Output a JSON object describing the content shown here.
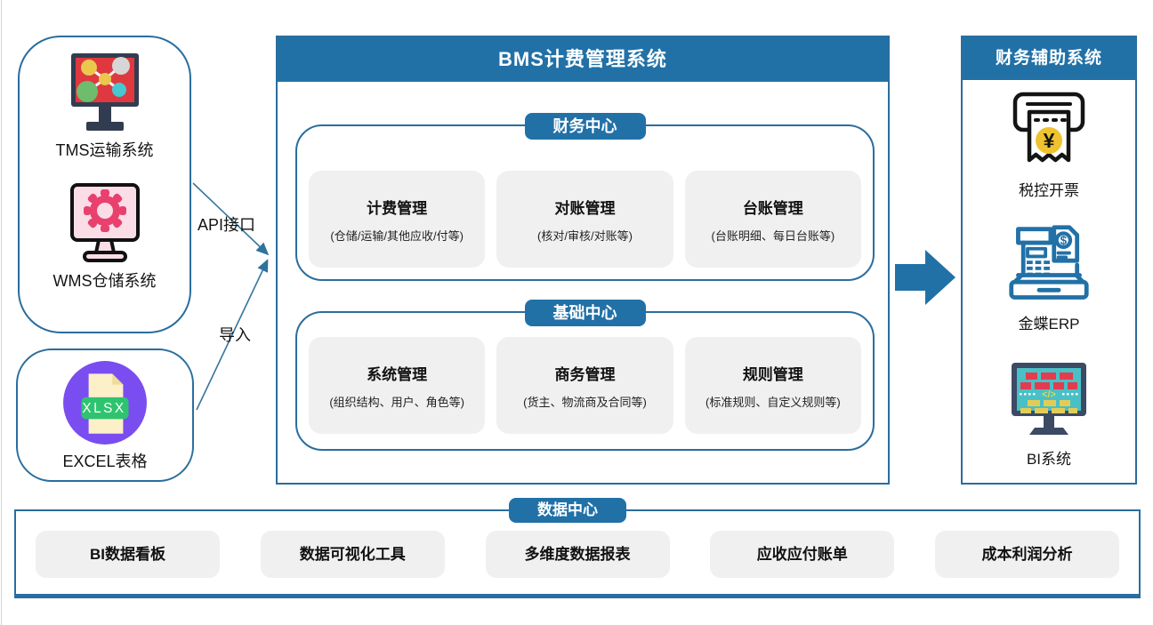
{
  "colors": {
    "primary_blue": "#2171a7",
    "border_blue": "#2a6d9e",
    "card_gray": "#f0f0f0",
    "tms_screen_red": "#df393f",
    "wms_pink": "#fbdde7",
    "wms_gear_pink": "#e8416e",
    "excel_purple": "#7a4df0",
    "excel_band_green": "#2ec46f",
    "invoice_yellow": "#efc32f",
    "bi_screen_teal": "#49c0c6"
  },
  "sources": {
    "tms": {
      "label": "TMS运输系统"
    },
    "wms": {
      "label": "WMS仓储系统"
    },
    "excel": {
      "label": "EXCEL表格",
      "badge": "XLSX"
    }
  },
  "connections": {
    "api_label": "API接口",
    "import_label": "导入"
  },
  "bms": {
    "title": "BMS计费管理系统",
    "sections": [
      {
        "badge": "财务中心",
        "cards": [
          {
            "title": "计费管理",
            "subtitle": "(仓储/运输/其他应收/付等)"
          },
          {
            "title": "对账管理",
            "subtitle": "(核对/审核/对账等)"
          },
          {
            "title": "台账管理",
            "subtitle": "(台账明细、每日台账等)"
          }
        ]
      },
      {
        "badge": "基础中心",
        "cards": [
          {
            "title": "系统管理",
            "subtitle": "(组织结构、用户、角色等)"
          },
          {
            "title": "商务管理",
            "subtitle": "(货主、物流商及合同等)"
          },
          {
            "title": "规则管理",
            "subtitle": "(标准规则、自定义规则等)"
          }
        ]
      }
    ]
  },
  "finance_aux": {
    "title": "财务辅助系统",
    "items": [
      {
        "label": "税控开票",
        "glyph": "¥"
      },
      {
        "label": "金蝶ERP",
        "glyph": "$"
      },
      {
        "label": "BI系统",
        "glyph": "</>"
      }
    ]
  },
  "data_center": {
    "badge": "数据中心",
    "cards": [
      "BI数据看板",
      "数据可视化工具",
      "多维度数据报表",
      "应收应付账单",
      "成本利润分析"
    ]
  }
}
